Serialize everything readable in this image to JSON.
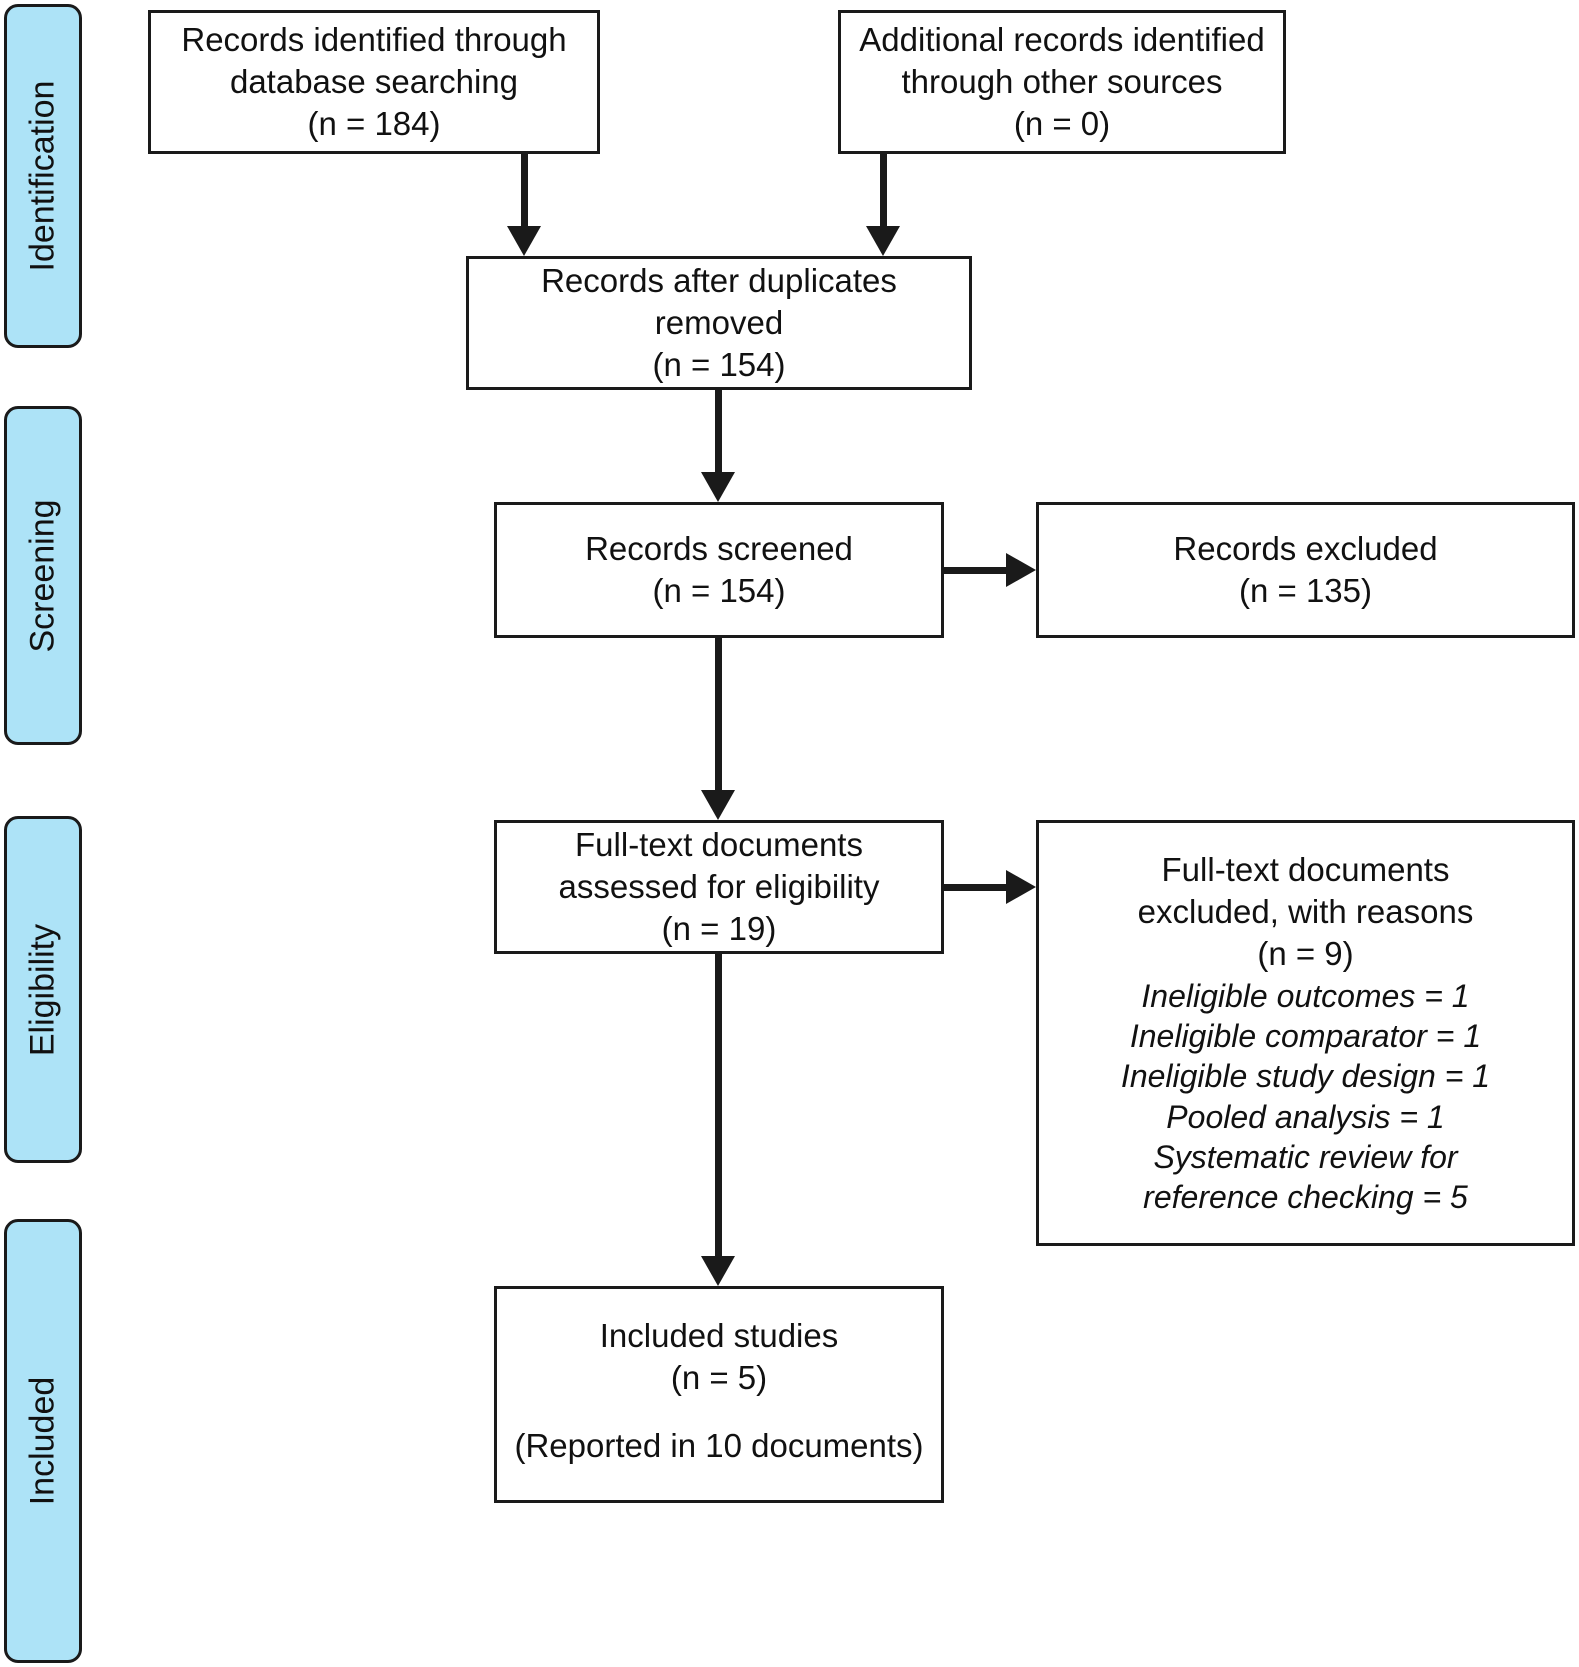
{
  "diagram": {
    "type": "prisma-flow-diagram",
    "stages": [
      {
        "id": "identification",
        "label": "Identification"
      },
      {
        "id": "screening",
        "label": "Screening"
      },
      {
        "id": "eligibility",
        "label": "Eligibility"
      },
      {
        "id": "included",
        "label": "Included"
      }
    ],
    "colors": {
      "stage_fill": "#ade3f7",
      "stage_border": "#1a1a1a",
      "node_fill": "#ffffff",
      "node_border": "#1a1a1a",
      "text": "#111111"
    },
    "nodes": {
      "records_identified": {
        "line1": "Records identified through",
        "line2": "database searching",
        "count": "(n = 184)"
      },
      "additional_records": {
        "line1": "Additional records identified",
        "line2": "through other sources",
        "count": "(n = 0)"
      },
      "duplicates_removed": {
        "line1": "Records after duplicates removed",
        "count": "(n = 154)"
      },
      "records_screened": {
        "line1": "Records screened",
        "count": "(n = 154)"
      },
      "records_excluded": {
        "line1": "Records excluded",
        "count": "(n = 135)"
      },
      "fulltext_assessed": {
        "line1": "Full-text documents",
        "line2": "assessed for eligibility",
        "count": "(n = 19)"
      },
      "fulltext_excluded": {
        "line1": "Full-text documents",
        "line2": "excluded, with reasons",
        "count": "(n = 9)",
        "reasons": [
          "Ineligible outcomes = 1",
          "Ineligible comparator = 1",
          "Ineligible study design = 1",
          "Pooled analysis = 1",
          "Systematic review for",
          "reference checking = 5"
        ]
      },
      "included_studies": {
        "line1": "Included studies",
        "count": "(n = 5)",
        "note": "(Reported in 10 documents)"
      }
    }
  }
}
